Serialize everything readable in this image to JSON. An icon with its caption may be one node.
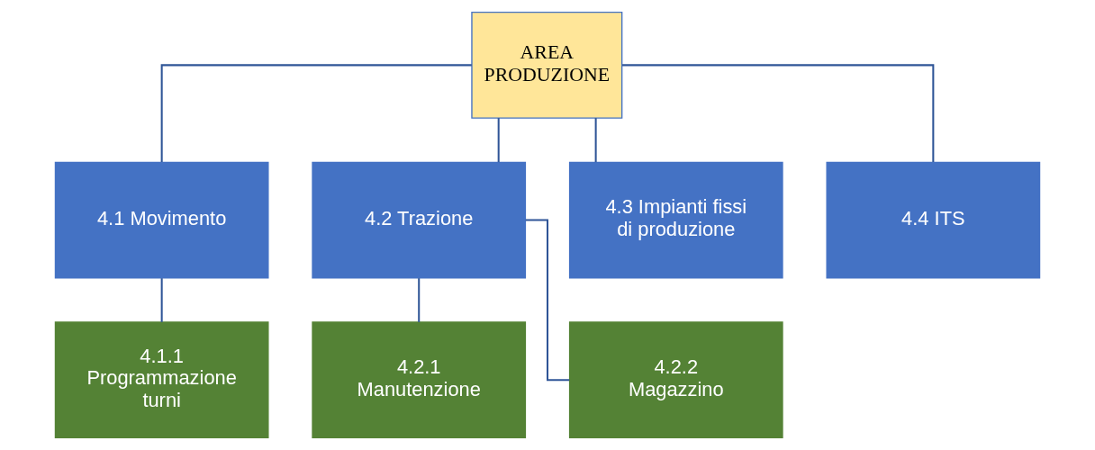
{
  "diagram": {
    "nodes": [
      {
        "text": [
          "AREA PRODUZIONE"
        ]
      },
      {
        "text": [
          "4.1 Movimento"
        ]
      },
      {
        "text": [
          "4.2 Trazione"
        ]
      },
      {
        "text": [
          "4.3 Impianti fissi di produzione"
        ]
      },
      {
        "text": [
          "4.4 ITS"
        ]
      },
      {
        "text": [
          "4.1.1 Programmazione turni"
        ]
      },
      {
        "text": [
          "4.2.1 Manutenzione"
        ]
      },
      {
        "text": [
          "4.2.2 Magazzino"
        ]
      }
    ],
    "edges": [
      {
        "from": 0,
        "to": 1,
        "arrow": "none"
      },
      {
        "from": 0,
        "to": 2,
        "arrow": "none"
      },
      {
        "from": 0,
        "to": 3,
        "arrow": "none"
      },
      {
        "from": 0,
        "to": 4,
        "arrow": "none"
      },
      {
        "from": 1,
        "to": 5,
        "arrow": "none"
      },
      {
        "from": 2,
        "to": 6,
        "arrow": "none"
      },
      {
        "from": 2,
        "to": 7,
        "arrow": "none"
      }
    ]
  }
}
